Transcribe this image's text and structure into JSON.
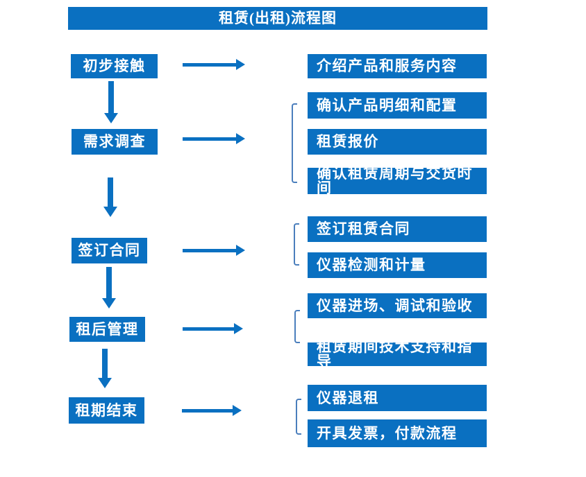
{
  "title": "租赁(出租)流程图",
  "colors": {
    "primary": "#0a70c1",
    "bracket": "#4a7ebc",
    "text": "#ffffff",
    "background": "#ffffff"
  },
  "flow": {
    "steps": [
      {
        "label": "初步接触",
        "items": [
          "介绍产品和服务内容"
        ]
      },
      {
        "label": "需求调查",
        "items": [
          "确认产品明细和配置",
          "租赁报价",
          "确认租赁周期与交货时间"
        ]
      },
      {
        "label": "签订合同",
        "items": [
          "签订租赁合同",
          "仪器检测和计量"
        ]
      },
      {
        "label": "租后管理",
        "items": [
          "仪器进场、调试和验收",
          "租赁期间技术支持和指导"
        ]
      },
      {
        "label": "租期结束",
        "items": [
          "仪器退租",
          "开具发票，付款流程"
        ]
      }
    ]
  }
}
